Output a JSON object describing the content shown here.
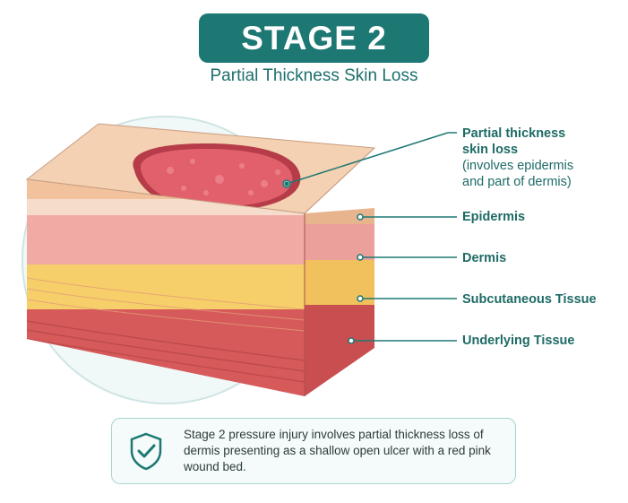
{
  "header": {
    "title": "STAGE 2",
    "subtitle": "Partial Thickness Skin Loss"
  },
  "callouts": [
    {
      "label": "Partial thickness",
      "label2": "skin loss",
      "note": "(involves epidermis",
      "note2": "and part of dermis)"
    },
    {
      "label": "Epidermis"
    },
    {
      "label": "Dermis"
    },
    {
      "label": "Subcutaneous Tissue"
    },
    {
      "label": "Underlying Tissue"
    }
  ],
  "info": {
    "text": "Stage 2 pressure injury involves partial thickness loss of dermis presenting as a shallow open ulcer with a red pink wound bed.",
    "icon": "shield-check-icon"
  },
  "colors": {
    "accent": "#1d7874",
    "wound": "#d94a58",
    "epidermis": "#f2c9a4",
    "dermis": "#f3a9a4",
    "fat": "#f6cf6a",
    "muscle": "#d9595a"
  }
}
